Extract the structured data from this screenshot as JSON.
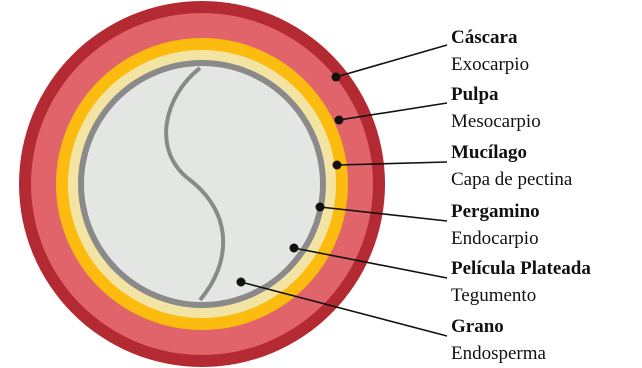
{
  "colors": {
    "outer_ring": "#b32a33",
    "skin": "#e0646a",
    "pulp": "#fbbb0f",
    "mucilage": "#f3e4a4",
    "parchment": "#8a8a8a",
    "bean": "#e4e6e3",
    "bean_line": "#8a8a8a",
    "leader": "#111111"
  },
  "labels": [
    {
      "name": "Cáscara",
      "sub": "Exocarpio"
    },
    {
      "name": "Pulpa",
      "sub": "Mesocarpio"
    },
    {
      "name": "Mucílago",
      "sub": "Capa de pectina"
    },
    {
      "name": "Pergamino",
      "sub": "Endocarpio"
    },
    {
      "name": "Película Plateada",
      "sub": "Tegumento"
    },
    {
      "name": "Grano",
      "sub": "Endosperma"
    }
  ]
}
